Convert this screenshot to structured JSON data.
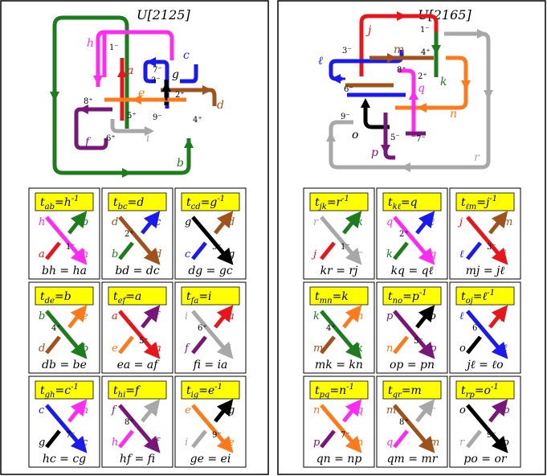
{
  "colors": {
    "a": "#e8151b",
    "b": "#1d7d1d",
    "c": "#1a1aee",
    "d": "#a0521d",
    "e": "#ff7a1a",
    "f": "#77177a",
    "g": "#000000",
    "h": "#ff2bf0",
    "i": "#a8a8a8",
    "j": "#e8151b",
    "k": "#1d7d1d",
    "l": "#1a1aee",
    "m": "#a0521d",
    "n": "#ff7a1a",
    "o": "#000000",
    "p": "#77177a",
    "q": "#ff2bf0",
    "r": "#a8a8a8",
    "highlight": "#ffff00"
  },
  "panels": [
    {
      "title": "U[2125]",
      "knot": {
        "arc_labels": [
          {
            "t": "h",
            "c": "h"
          },
          {
            "t": "a",
            "c": "a"
          },
          {
            "t": "c",
            "c": "c"
          },
          {
            "t": "g",
            "c": "g"
          },
          {
            "t": "e",
            "c": "e"
          },
          {
            "t": "d",
            "c": "d"
          },
          {
            "t": "f",
            "c": "f"
          },
          {
            "t": "i",
            "c": "i"
          },
          {
            "t": "b",
            "c": "b"
          }
        ],
        "crossing_labels": [
          "1⁻",
          "7⁻",
          "3⁻",
          "2⁺",
          "8⁺",
          "5⁺",
          "9⁻",
          "4⁺",
          "6⁺"
        ]
      },
      "relations": [
        {
          "title": "t_{ab}=h^{-1}",
          "relation": "bh = ha",
          "crossing": "1⁻",
          "over": "h",
          "under_out": "a",
          "under_in": "b",
          "top_right": "b",
          "top_left": "h",
          "bot_left": "a",
          "bot_right": "h"
        },
        {
          "title": "t_{bc}=d",
          "relation": "bd = dc",
          "crossing": "2⁺",
          "over": "d",
          "under_out": "b",
          "under_in": "c",
          "top_right": "c",
          "top_left": "d",
          "bot_left": "b",
          "bot_right": "d"
        },
        {
          "title": "t_{cd}=g^{-1}",
          "relation": "dg = gc",
          "crossing": "3⁻",
          "over": "g",
          "under_out": "c",
          "under_in": "d",
          "top_right": "d",
          "top_left": "g",
          "bot_left": "c",
          "bot_right": "g"
        },
        {
          "title": "t_{de}=b",
          "relation": "db = be",
          "crossing": "4⁺",
          "over": "b",
          "under_out": "d",
          "under_in": "e",
          "top_right": "e",
          "top_left": "b",
          "bot_left": "d",
          "bot_right": "b"
        },
        {
          "title": "t_{ef}=a",
          "relation": "ea = af",
          "crossing": "5⁺",
          "over": "a",
          "under_out": "e",
          "under_in": "f",
          "top_right": "f",
          "top_left": "a",
          "bot_left": "e",
          "bot_right": "a"
        },
        {
          "title": "t_{fa}=i",
          "relation": "fi = ia",
          "crossing": "6⁺",
          "over": "i",
          "under_out": "f",
          "under_in": "a",
          "top_right": "a",
          "top_left": "i",
          "bot_left": "f",
          "bot_right": "i"
        },
        {
          "title": "t_{gh}=c^{-1}",
          "relation": "hc = cg",
          "crossing": "7⁻",
          "over": "c",
          "under_out": "g",
          "under_in": "h",
          "top_right": "h",
          "top_left": "c",
          "bot_left": "g",
          "bot_right": "c"
        },
        {
          "title": "t_{hi}=f",
          "relation": "hf = fi",
          "crossing": "8⁺",
          "over": "f",
          "under_out": "h",
          "under_in": "i",
          "top_right": "i",
          "top_left": "f",
          "bot_left": "h",
          "bot_right": "f"
        },
        {
          "title": "t_{ig}=e^{-1}",
          "relation": "ge = ei",
          "crossing": "9⁻",
          "over": "e",
          "under_out": "i",
          "under_in": "g",
          "top_right": "g",
          "top_left": "e",
          "bot_left": "i",
          "bot_right": "e"
        }
      ]
    },
    {
      "title": "U[2165]",
      "knot": {
        "arc_labels": [
          {
            "t": "j",
            "c": "j"
          },
          {
            "t": "ℓ",
            "c": "l"
          },
          {
            "t": "m",
            "c": "m"
          },
          {
            "t": "k",
            "c": "k"
          },
          {
            "t": "q",
            "c": "q"
          },
          {
            "t": "n",
            "c": "n"
          },
          {
            "t": "o",
            "c": "o"
          },
          {
            "t": "p",
            "c": "p"
          },
          {
            "t": "r",
            "c": "r"
          }
        ],
        "crossing_labels": [
          "1⁻",
          "3⁻",
          "4⁺",
          "8⁺",
          "2⁺",
          "6⁻",
          "9⁻",
          "5⁻",
          "7⁻"
        ]
      },
      "relations": [
        {
          "title": "t_{jk}=r^{-1}",
          "relation": "kr = rj",
          "crossing": "1⁻",
          "over": "r",
          "under_out": "j",
          "under_in": "k",
          "top_right": "k",
          "top_left": "r",
          "bot_left": "j",
          "bot_right": "r"
        },
        {
          "title": "t_{kℓ}=q",
          "relation": "kq = qℓ",
          "crossing": "2⁺",
          "over": "q",
          "under_out": "k",
          "under_in": "l",
          "top_right": "ℓ",
          "top_left": "q",
          "bot_left": "k",
          "bot_right": "q"
        },
        {
          "title": "t_{ℓm}=j^{-1}",
          "relation": "mj = jℓ",
          "crossing": "3⁻",
          "over": "j",
          "under_out": "l",
          "under_in": "m",
          "top_right": "m",
          "top_left": "j",
          "bot_left": "ℓ",
          "bot_right": "j"
        },
        {
          "title": "t_{mn}=k",
          "relation": "mk = kn",
          "crossing": "4⁺",
          "over": "k",
          "under_out": "m",
          "under_in": "n",
          "top_right": "n",
          "top_left": "k",
          "bot_left": "m",
          "bot_right": "k"
        },
        {
          "title": "t_{no}=p^{-1}",
          "relation": "op = pn",
          "crossing": "5⁻",
          "over": "p",
          "under_out": "n",
          "under_in": "o",
          "top_right": "o",
          "top_left": "p",
          "bot_left": "n",
          "bot_right": "p"
        },
        {
          "title": "t_{oj}=ℓ^{-1}",
          "relation": "jℓ = ℓo",
          "crossing": "6⁻",
          "over": "l",
          "under_out": "o",
          "under_in": "j",
          "top_right": "j",
          "top_left": "ℓ",
          "bot_left": "o",
          "bot_right": "ℓ"
        },
        {
          "title": "t_{pq}=n^{-1}",
          "relation": "qn = np",
          "crossing": "7⁻",
          "over": "n",
          "under_out": "p",
          "under_in": "q",
          "top_right": "q",
          "top_left": "n",
          "bot_left": "p",
          "bot_right": "n"
        },
        {
          "title": "t_{qr}=m",
          "relation": "qm = mr",
          "crossing": "8⁺",
          "over": "m",
          "under_out": "q",
          "under_in": "r",
          "top_right": "r",
          "top_left": "m",
          "bot_left": "q",
          "bot_right": "m"
        },
        {
          "title": "t_{rp}=o^{-1}",
          "relation": "po = or",
          "crossing": "9⁻",
          "over": "o",
          "under_out": "r",
          "under_in": "p",
          "top_right": "p",
          "top_left": "o",
          "bot_left": "r",
          "bot_right": "o"
        }
      ]
    }
  ]
}
